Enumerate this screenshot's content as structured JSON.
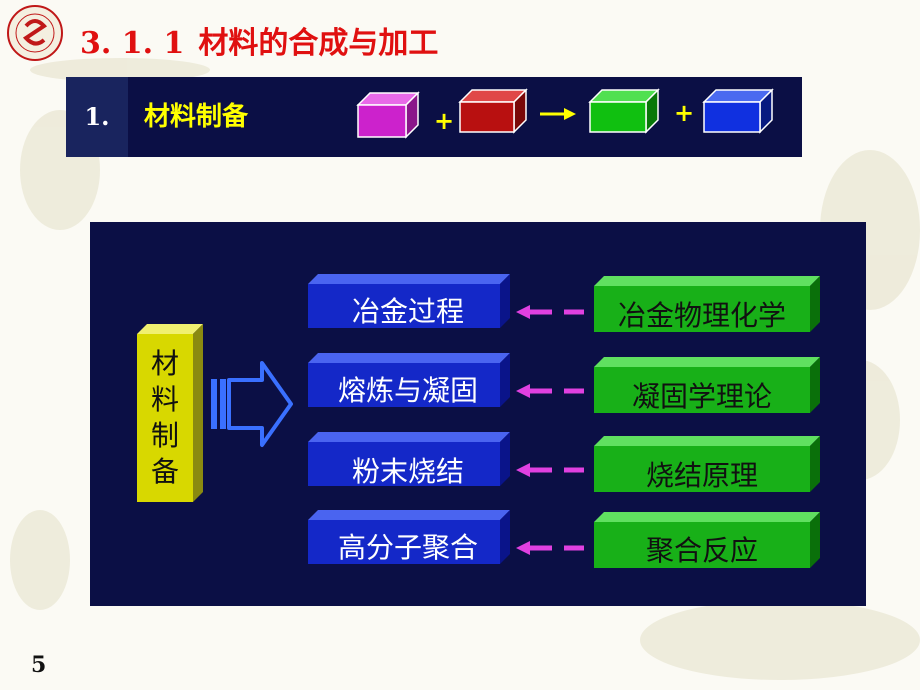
{
  "title": {
    "number": "3. 1. 1",
    "text": "材料的合成与加工"
  },
  "banner": {
    "number": "1.",
    "label": "材料制备",
    "plus1": "+",
    "plus2": "+"
  },
  "diagram": {
    "left_box_chars": [
      "材",
      "料",
      "制",
      "备"
    ],
    "rows": [
      {
        "process": "冶金过程",
        "theory": "冶金物理化学"
      },
      {
        "process": "熔炼与凝固",
        "theory": "凝固学理论"
      },
      {
        "process": "粉末烧结",
        "theory": "烧结原理"
      },
      {
        "process": "高分子聚合",
        "theory": "聚合反应"
      }
    ]
  },
  "colors": {
    "title_red": "#e01010",
    "banner_bg": "#0b0f45",
    "label_yellow": "#ffff00",
    "cube_magenta": "#cc22cc",
    "cube_red": "#b81010",
    "cube_green": "#10c010",
    "cube_blue": "#1030e0",
    "process_blue": "#1428c8",
    "theory_green": "#18b018",
    "arrow_magenta": "#e040e0",
    "left_box_yellow": "#d8d800"
  },
  "page_number": "5"
}
